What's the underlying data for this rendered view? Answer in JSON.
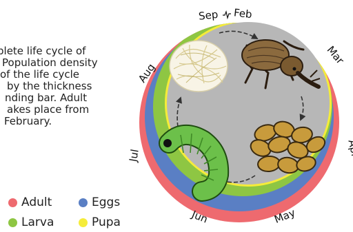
{
  "caption_lines": [
    "plete life cycle of",
    "Population density",
    "of the life cycle",
    "by the thickness",
    "nding bar. Adult",
    "akes place from",
    "February."
  ],
  "months": {
    "sep_feb": "Sep",
    "sep_feb_end": "Feb",
    "mar": "Mar",
    "apr": "Apr",
    "may": "May",
    "jun": "Jun",
    "jul": "Jul",
    "aug": "Aug"
  },
  "legend": [
    {
      "label": "Adult",
      "color": "#ee6a6f"
    },
    {
      "label": "Eggs",
      "color": "#5a7fc4"
    },
    {
      "label": "Larva",
      "color": "#8ec643"
    },
    {
      "label": "Pupa",
      "color": "#f5ec3a"
    }
  ],
  "colors": {
    "adult": "#ee6a6f",
    "eggs": "#5a7fc4",
    "larva": "#8ec643",
    "pupa": "#f5ec3a",
    "center": "#b7b7b7"
  },
  "stages": [
    "pupa-cocoon",
    "adult-weevil",
    "eggs",
    "larva"
  ]
}
